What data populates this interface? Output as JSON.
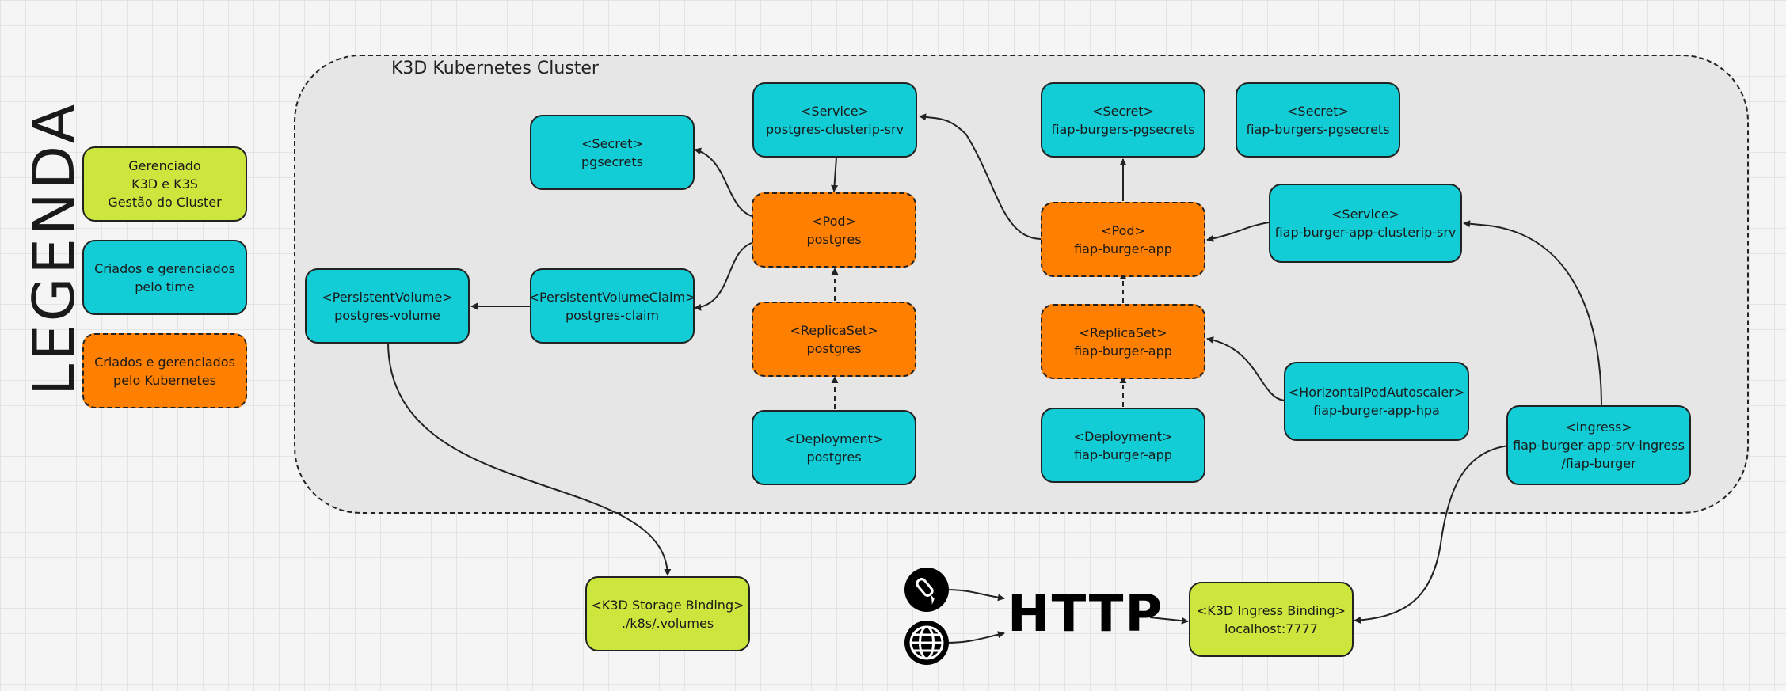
{
  "legend": {
    "title": "LEGENDA",
    "items": [
      {
        "lines": [
          "Gerenciado",
          "K3D e K3S",
          "Gestão do Cluster"
        ]
      },
      {
        "lines": [
          "Criados e gerenciados",
          "pelo time"
        ]
      },
      {
        "lines": [
          "Criados e gerenciados",
          "pelo Kubernetes"
        ]
      }
    ]
  },
  "cluster": {
    "label": "K3D Kubernetes Cluster"
  },
  "nodes": {
    "secret_pg": {
      "kind": "<Secret>",
      "name": "pgsecrets"
    },
    "service_pg": {
      "kind": "<Service>",
      "name": "postgres-clusterip-srv"
    },
    "pod_pg": {
      "kind": "<Pod>",
      "name": "postgres"
    },
    "pv_pg": {
      "kind": "<PersistentVolume>",
      "name": "postgres-volume"
    },
    "pvc_pg": {
      "kind": "<PersistentVolumeClaim>",
      "name": "postgres-claim"
    },
    "rs_pg": {
      "kind": "<ReplicaSet>",
      "name": "postgres"
    },
    "deploy_pg": {
      "kind": "<Deployment>",
      "name": "postgres"
    },
    "secret_app1": {
      "kind": "<Secret>",
      "name": "fiap-burgers-pgsecrets"
    },
    "secret_app2": {
      "kind": "<Secret>",
      "name": "fiap-burgers-pgsecrets"
    },
    "pod_app": {
      "kind": "<Pod>",
      "name": "fiap-burger-app"
    },
    "service_app": {
      "kind": "<Service>",
      "name": "fiap-burger-app-clusterip-srv"
    },
    "rs_app": {
      "kind": "<ReplicaSet>",
      "name": "fiap-burger-app"
    },
    "hpa_app": {
      "kind": "<HorizontalPodAutoscaler>",
      "name": "fiap-burger-app-hpa"
    },
    "deploy_app": {
      "kind": "<Deployment>",
      "name": "fiap-burger-app"
    },
    "ingress_app": {
      "kind": "<Ingress>",
      "name": "fiap-burger-app-srv-ingress",
      "path": "/fiap-burger"
    },
    "storage_binding": {
      "kind": "<K3D Storage Binding>",
      "name": "./k8s/.volumes"
    },
    "ingress_binding": {
      "kind": "<K3D Ingress Binding>",
      "name": "localhost:7777"
    }
  },
  "http": {
    "label": "HTTP"
  },
  "icons": [
    "postman-icon",
    "globe-icon"
  ],
  "colors": {
    "k3d_managed": "#cde63e",
    "team_managed": "#12ccd6",
    "kubernetes_managed": "#ff7f00"
  }
}
